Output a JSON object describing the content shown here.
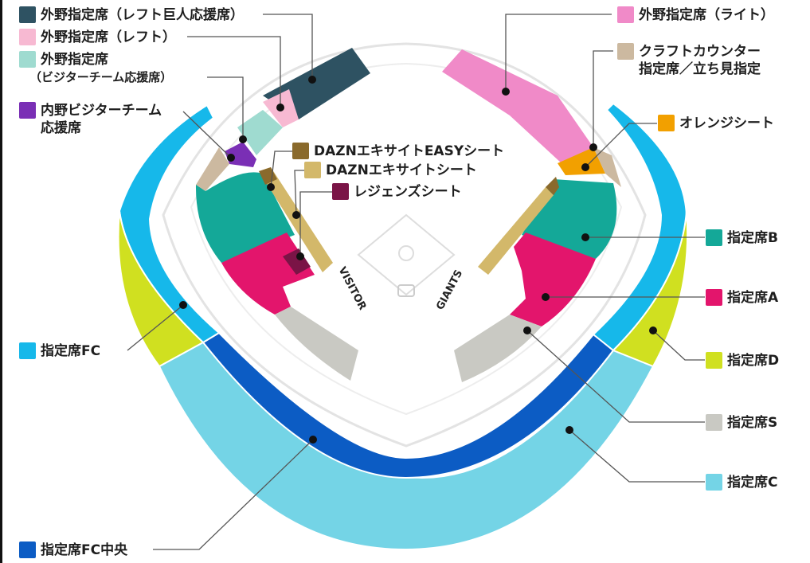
{
  "colors": {
    "outfield_giants": "#2e5262",
    "outfield_left": "#f7b9d2",
    "outfield_visitor": "#9fdbd0",
    "infield_visitor": "#7a2fb5",
    "dazn_easy": "#8a6a2c",
    "dazn": "#d3b86a",
    "legends": "#7a1446",
    "outfield_right": "#f08ac8",
    "craft_counter": "#ccb9a0",
    "orange": "#f2a000",
    "seat_b": "#14a898",
    "seat_a": "#e3156c",
    "seat_d": "#d0e020",
    "seat_s": "#c9c9c3",
    "seat_c": "#74d4e6",
    "seat_fc": "#16b8ea",
    "seat_fc_center": "#0c5cc4"
  },
  "legend": {
    "outfield_giants": "外野指定席（レフト巨人応援席）",
    "outfield_left": "外野指定席（レフト）",
    "outfield_visitor_line1": "外野指定席",
    "outfield_visitor_line2": "（ビジターチーム応援席）",
    "infield_visitor_line1": "内野ビジターチーム",
    "infield_visitor_line2": "応援席",
    "dazn_easy": "DAZNエキサイトEASYシート",
    "dazn": "DAZNエキサイトシート",
    "legends": "レジェンズシート",
    "outfield_right": "外野指定席（ライト）",
    "craft_line1": "クラフトカウンター",
    "craft_line2": "指定席／立ち見指定",
    "orange": "オレンジシート",
    "seat_b": "指定席B",
    "seat_a": "指定席A",
    "seat_d": "指定席D",
    "seat_s": "指定席S",
    "seat_c": "指定席C",
    "seat_fc": "指定席FC",
    "seat_fc_center": "指定席FC中央"
  },
  "field": {
    "visitor": "VISITOR",
    "giants": "GIANTS"
  }
}
